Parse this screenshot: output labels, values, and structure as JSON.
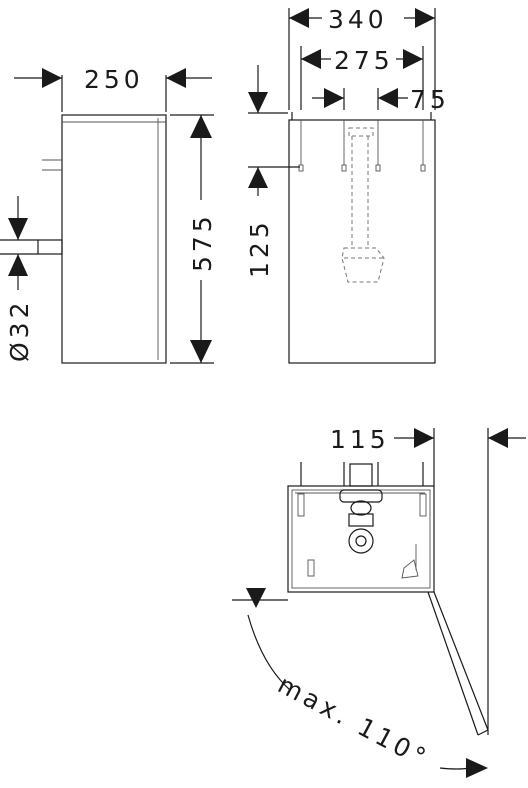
{
  "dimensions": {
    "side_depth": "250",
    "height": "575",
    "pipe_diameter": "Ø32",
    "front_width": "340",
    "siphon_spacing": "275",
    "siphon_offset": "75",
    "siphon_height": "125",
    "door_depth": "115",
    "door_angle": "max. 110°"
  }
}
